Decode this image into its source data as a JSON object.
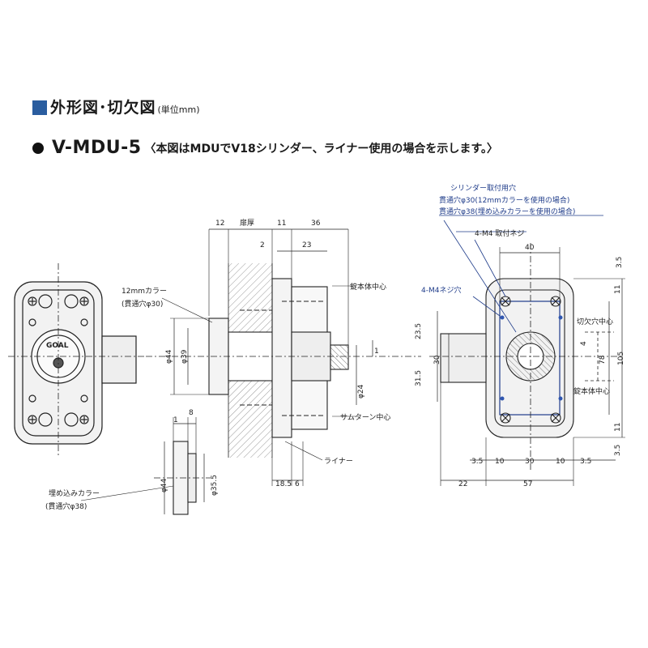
{
  "header": {
    "title": "外形図･切欠図",
    "unit": "(単位mm)"
  },
  "model": {
    "name": "V-MDU-5",
    "note": "〈本図はMDUでV18シリンダー、ライナー使用の場合を示します。〉"
  },
  "front_view": {
    "brand": "GOAL"
  },
  "side_view": {
    "dims": {
      "d12": "12",
      "door_thickness": "扉厚",
      "d11": "11",
      "d36": "36",
      "d2": "2",
      "d23": "23",
      "phi44": "φ44",
      "phi39": "φ39",
      "phi24": "φ24",
      "d1": "1",
      "d18_5": "18.5",
      "d6": "6"
    },
    "labels": {
      "collar_12": "12mmカラー",
      "collar_12_hole": "(貫通穴φ30)",
      "lock_center": "錠本体中心",
      "thumbturn_center": "サムターン中心",
      "liner": "ライナー"
    }
  },
  "collar_view": {
    "dims": {
      "d1": "1",
      "d8": "8",
      "phi44": "φ44",
      "phi35_5": "φ35.5"
    },
    "labels": {
      "embed_collar": "埋め込みカラー",
      "embed_collar_hole": "(貫通穴φ38)"
    }
  },
  "cutout_view": {
    "labels": {
      "cyl_hole": "シリンダー取付用穴",
      "hole_12": "貫通穴φ30(12mmカラーを使用の場合)",
      "hole_embed": "貫通穴φ38(埋め込みカラーを使用の場合)",
      "m4_mount": "4-M4 取付ネジ",
      "m4_hole": "4-M4ネジ穴",
      "cutout_center": "切欠穴中心",
      "lock_center": "錠本体中心"
    },
    "dims": {
      "d40": "40",
      "d3_5_top": "3.5",
      "d11_top": "11",
      "d23_5": "23.5",
      "d30_v": "30",
      "d31_5": "31.5",
      "d4": "4",
      "d78": "78",
      "d105": "105",
      "d11_bottom": "11",
      "d3_5_bottom": "3.5",
      "b3_5_l": "3.5",
      "b10_l": "10",
      "b30": "30",
      "b10_r": "10",
      "b3_5_r": "3.5",
      "d22": "22",
      "d57": "57"
    }
  },
  "colors": {
    "accent": "#2a5d9f",
    "callout": "#1f3c8a",
    "line": "#222222"
  }
}
